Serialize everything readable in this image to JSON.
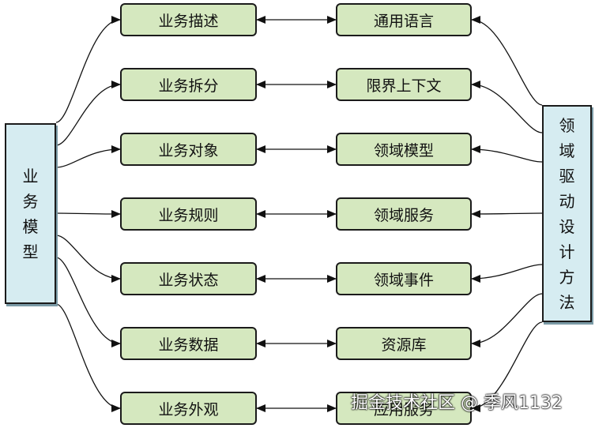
{
  "left_root": {
    "chars": [
      "业",
      "务",
      "模",
      "型"
    ]
  },
  "right_root": {
    "chars": [
      "领",
      "域",
      "驱",
      "动",
      "设",
      "计",
      "方",
      "法"
    ]
  },
  "rows": [
    {
      "left": "业务描述",
      "right": "通用语言"
    },
    {
      "left": "业务拆分",
      "right": "限界上下文"
    },
    {
      "left": "业务对象",
      "right": "领域模型"
    },
    {
      "left": "业务规则",
      "right": "领域服务"
    },
    {
      "left": "业务状态",
      "right": "领域事件"
    },
    {
      "left": "业务数据",
      "right": "资源库"
    },
    {
      "left": "业务外观",
      "right": "应用服务"
    }
  ],
  "watermark": "掘金技术社区 @ 季风1132",
  "colors": {
    "green_fill": "#d5e8bf",
    "blue_fill": "#d6ecf1",
    "stroke": "#1b1b1b"
  }
}
